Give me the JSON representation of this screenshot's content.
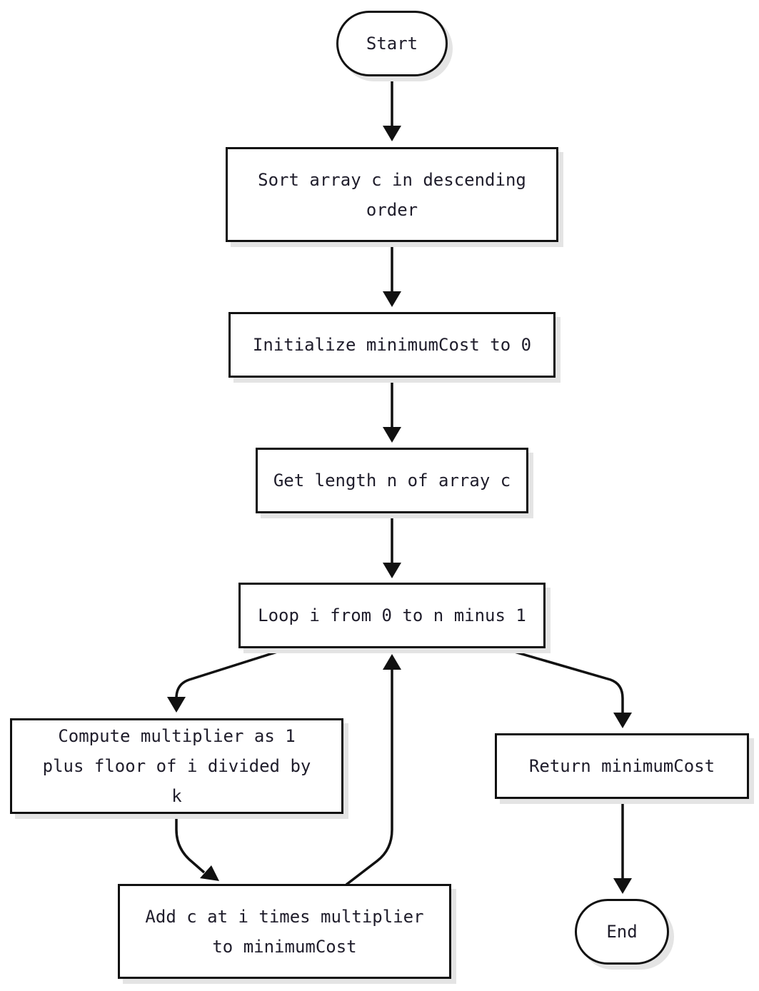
{
  "nodes": {
    "start": {
      "label": "Start"
    },
    "sort": {
      "label": "Sort array c in descending order"
    },
    "init": {
      "label": "Initialize minimumCost to 0"
    },
    "length": {
      "label": "Get length n of array c"
    },
    "loop": {
      "label": "Loop i from 0 to n minus 1"
    },
    "compute": {
      "label": "Compute multiplier as 1 plus floor of i divided by k"
    },
    "add": {
      "label": "Add c at i times multiplier to minimumCost"
    },
    "return": {
      "label": "Return minimumCost"
    },
    "end": {
      "label": "End"
    }
  }
}
